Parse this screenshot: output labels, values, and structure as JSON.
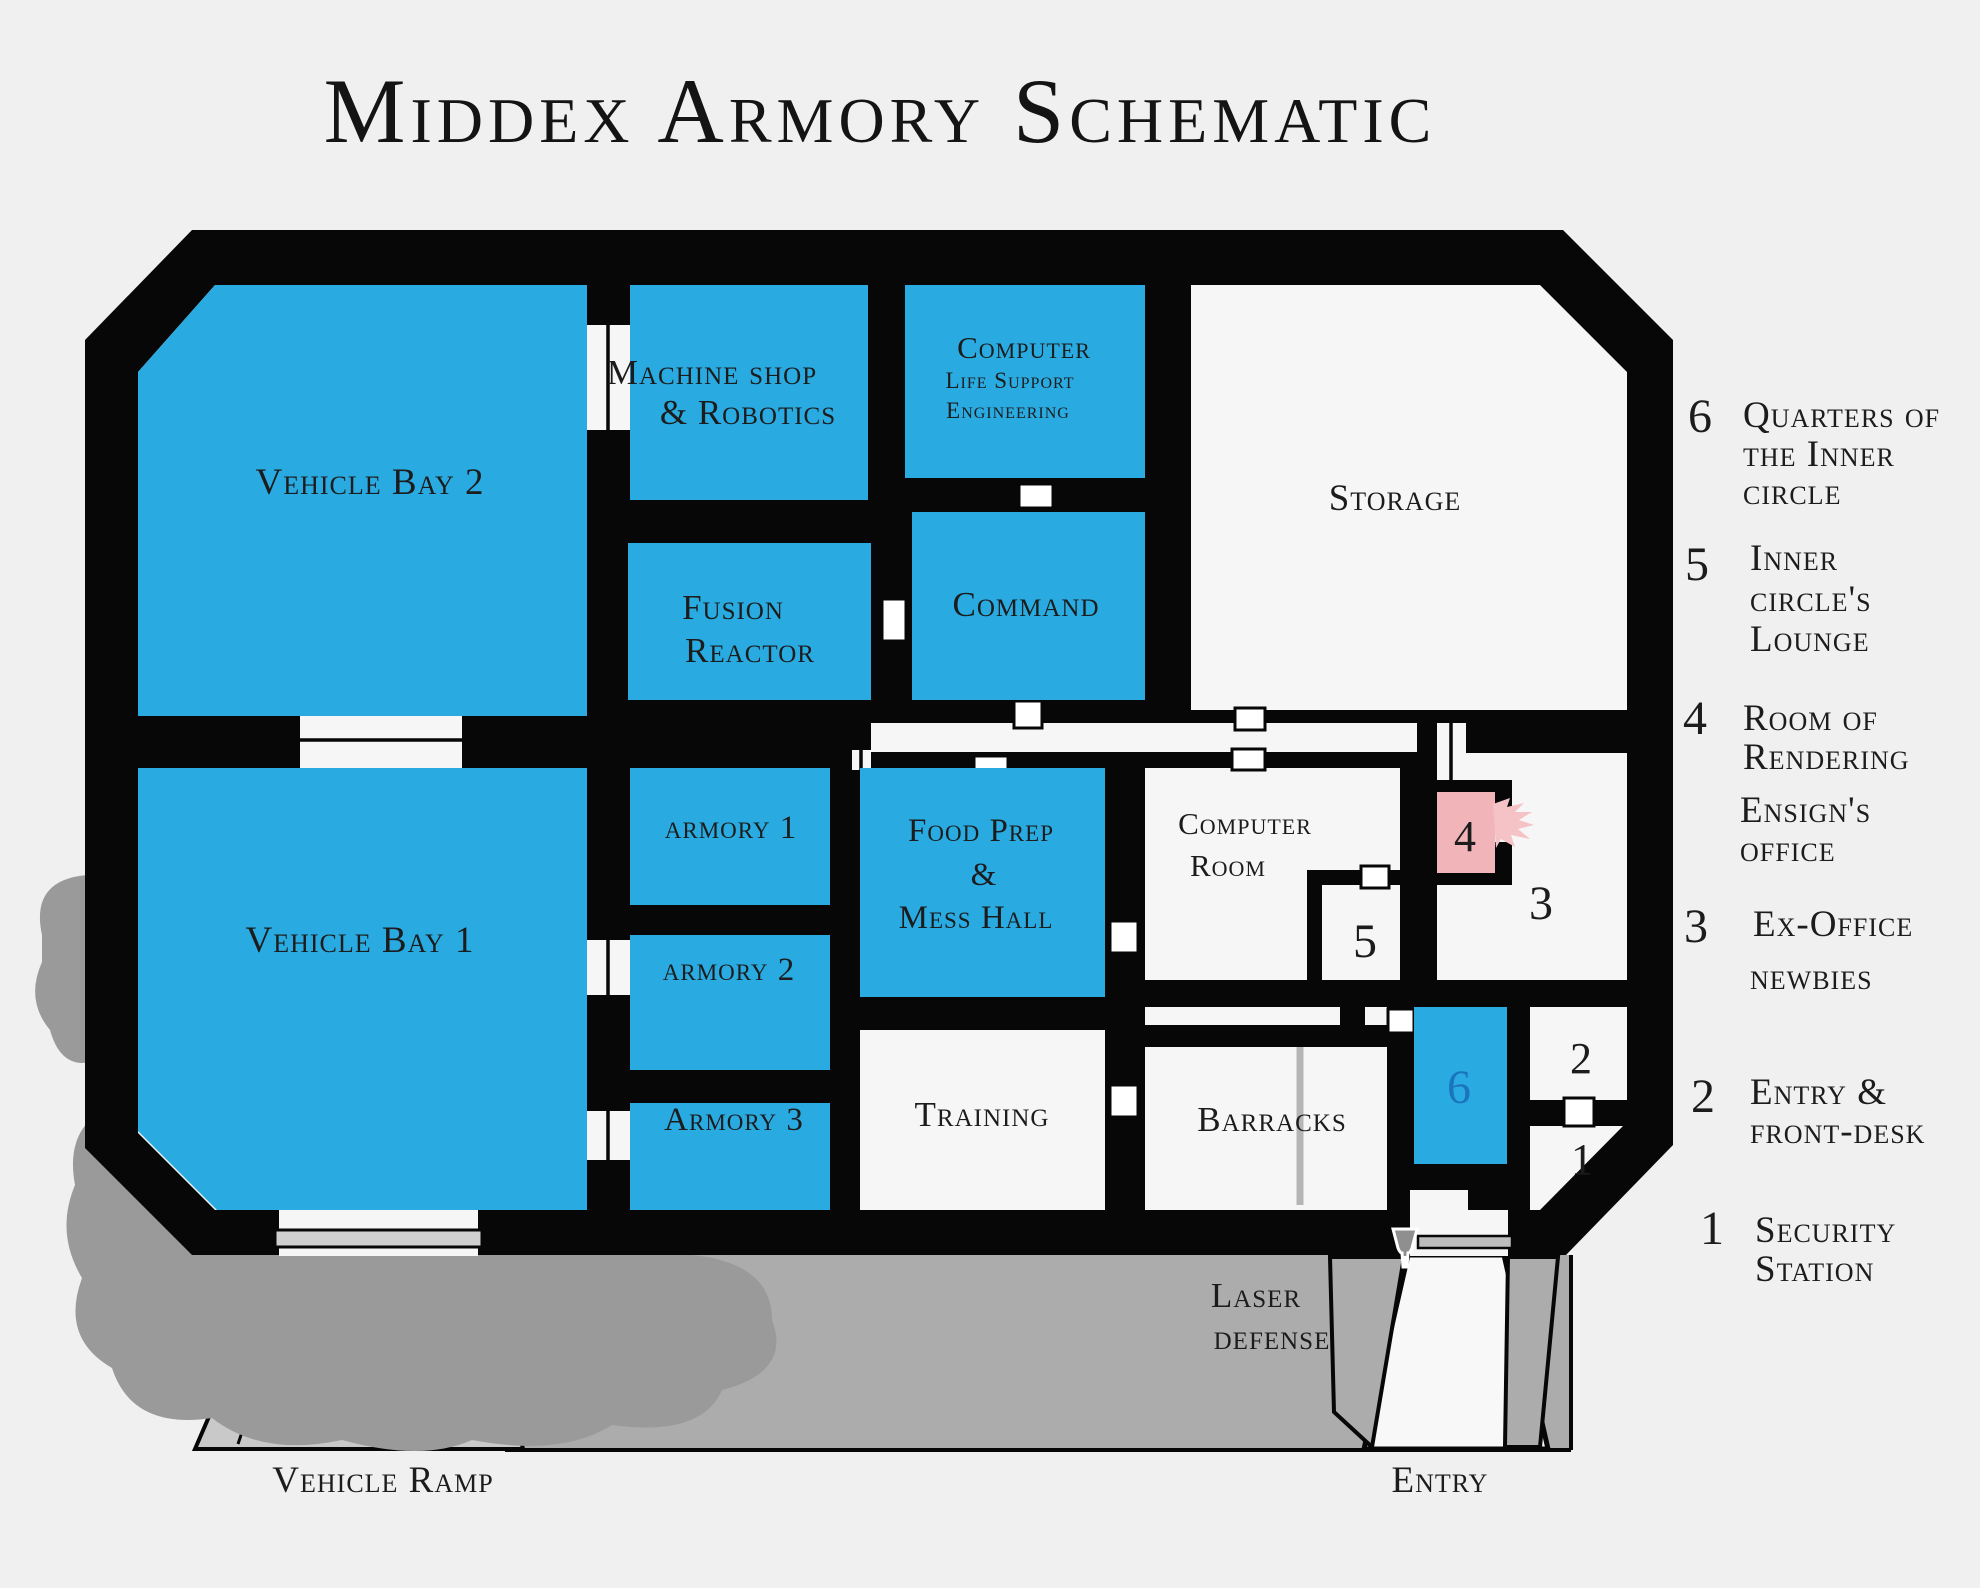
{
  "title": "Middex Armory Schematic",
  "colors": {
    "room_fill_blue": "#29ABE2",
    "accent_text_blue": "#1B75BC",
    "highlight_room_pink": "#F1B4B8",
    "wall_black": "#070707",
    "ground_gray": "#ACACAC",
    "foliage_gray": "#9A9A9A"
  },
  "rooms": {
    "vehicle_bay_2": "Vehicle Bay 2",
    "vehicle_bay_1": "Vehicle Bay 1",
    "machine_shop_line1": "Machine shop",
    "machine_shop_line2": "& Robotics",
    "computer_lse_line1": "Computer",
    "computer_lse_line2": "Life Support",
    "computer_lse_line3": "Engineering",
    "storage": "Storage",
    "fusion_line1": "Fusion",
    "fusion_line2": "Reactor",
    "command": "Command",
    "armory_1": "armory 1",
    "armory_2": "armory 2",
    "armory_3": "Armory 3",
    "food_prep_line1": "Food Prep",
    "food_prep_line2": "&",
    "food_prep_line3": "Mess Hall",
    "training": "Training",
    "computer_room_line1": "Computer",
    "computer_room_line2": "Room",
    "barracks": "Barracks"
  },
  "room_numbers": {
    "n1": "1",
    "n2": "2",
    "n3": "3",
    "n4": "4",
    "n5": "5",
    "n6": "6"
  },
  "site": {
    "laser_line1": "Laser",
    "laser_line2": "defense",
    "entry": "Entry",
    "vehicle_ramp": "Vehicle Ramp"
  },
  "legend": {
    "items": [
      {
        "number": "6",
        "lines": [
          "Quarters of",
          "the Inner",
          "circle"
        ]
      },
      {
        "number": "5",
        "lines": [
          "Inner",
          "circle's",
          "Lounge"
        ]
      },
      {
        "number": "4",
        "lines": [
          "Room of",
          "Rendering"
        ],
        "sub_lines": [
          "Ensign's",
          "office"
        ]
      },
      {
        "number": "3",
        "lines": [
          "Ex-Office"
        ],
        "sub_lines": [
          "newbies"
        ]
      },
      {
        "number": "2",
        "lines": [
          "Entry &",
          "front-desk"
        ]
      },
      {
        "number": "1",
        "lines": [
          "Security",
          "Station"
        ]
      }
    ]
  }
}
